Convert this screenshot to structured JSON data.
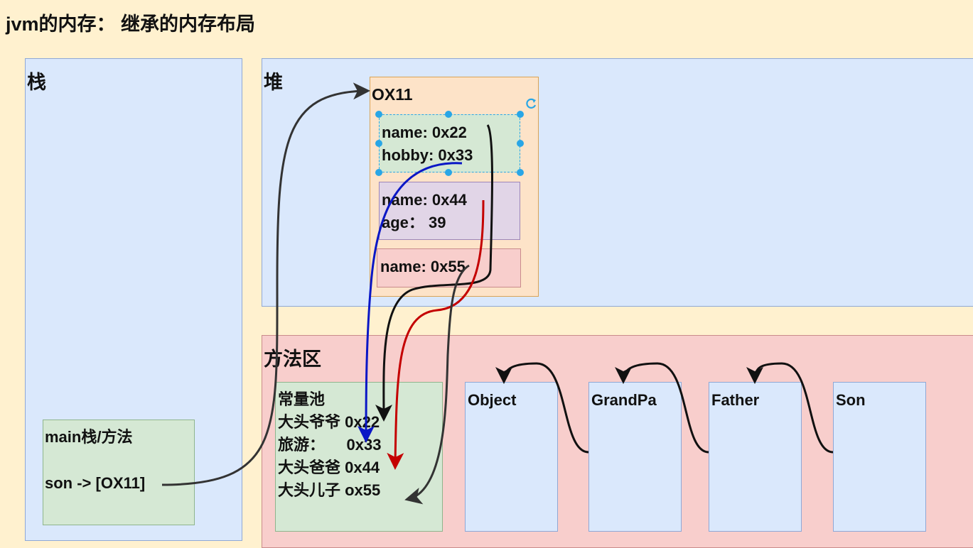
{
  "title": "jvm的内存：  继承的内存布局",
  "stack": {
    "label": "栈",
    "main_box": {
      "title": "main栈/方法",
      "ref": "son -> [OX11]"
    }
  },
  "heap": {
    "label": "堆",
    "object": {
      "address": "OX11",
      "son_part": {
        "line1": "name: 0x22",
        "line2": "hobby: 0x33"
      },
      "father_part": {
        "line1": "name: 0x44",
        "line2": "age：  39"
      },
      "grandpa_part": {
        "line1": "name: 0x55"
      }
    }
  },
  "method_area": {
    "label": "方法区",
    "constant_pool": {
      "title": "常量池",
      "entries": [
        "大头爷爷 0x22",
        "旅游：     0x33",
        "大头爸爸 0x44",
        "大头儿子 ox55"
      ]
    },
    "classes": [
      "Object",
      "GrandPa",
      "Father",
      "Son"
    ]
  },
  "colors": {
    "background": "#fff1cf",
    "stack_heap_fill": "#dae8fc",
    "method_area_fill": "#f8cecc",
    "green_box": "#d5e8d4",
    "object_fill": "#fde3c8",
    "purple_box": "#e1d5e7",
    "arrow_blue": "#0a17c6",
    "arrow_red": "#c40000",
    "arrow_black": "#111111",
    "selection": "#29a6e6"
  }
}
